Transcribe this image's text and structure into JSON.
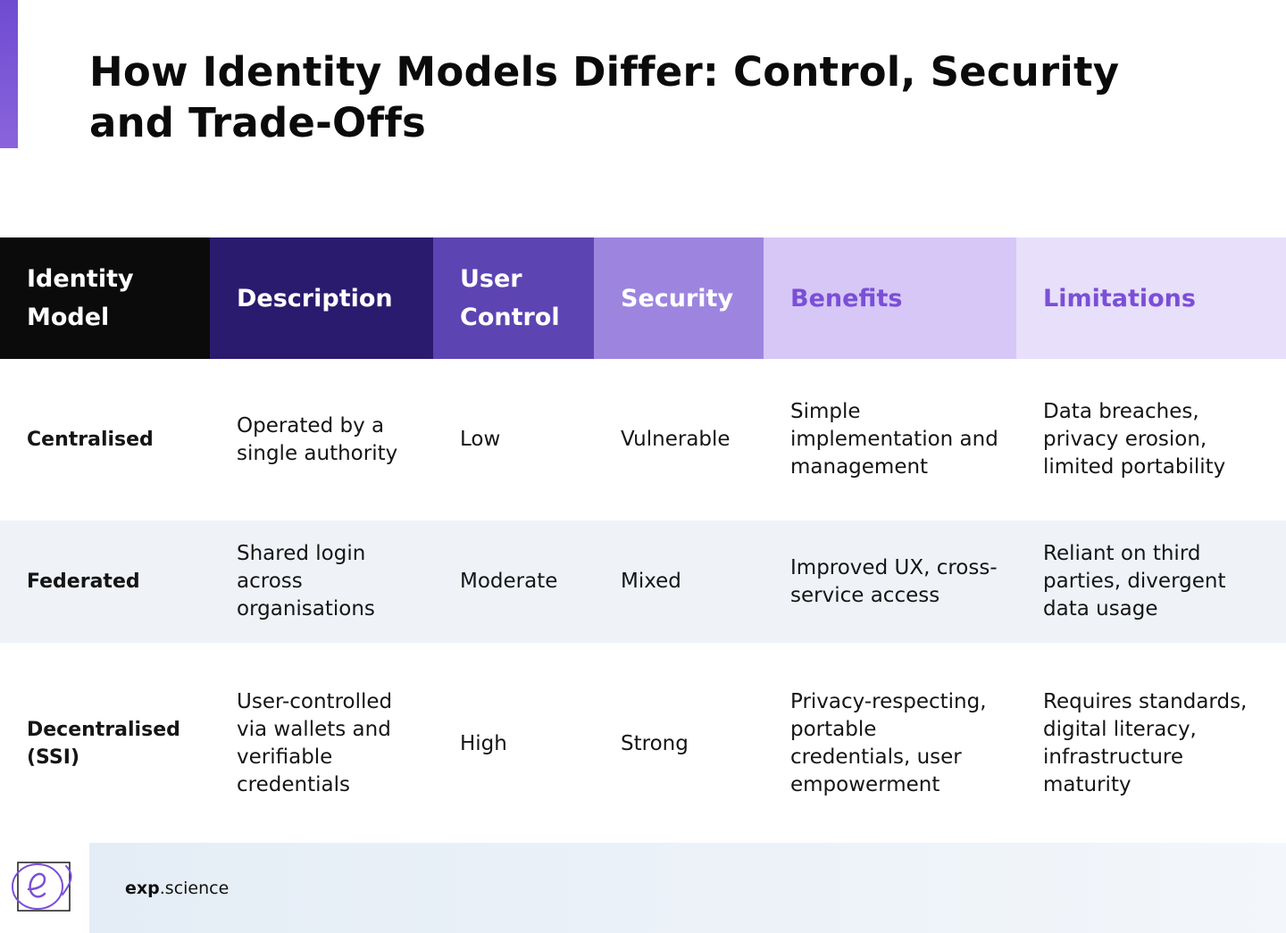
{
  "page": {
    "title": "How Identity Models Differ: Control, Security and Trade-Offs"
  },
  "table": {
    "headers": [
      {
        "label": "Identity Model",
        "bg": "#0b0b0b",
        "color": "#ffffff"
      },
      {
        "label": "Description",
        "bg": "#2b1b6e",
        "color": "#ffffff"
      },
      {
        "label": "User Control",
        "bg": "#5d44b3",
        "color": "#ffffff"
      },
      {
        "label": "Security",
        "bg": "#9d85df",
        "color": "#ffffff"
      },
      {
        "label": "Benefits",
        "bg": "#d6c7f7",
        "color": "#7a4fd6"
      },
      {
        "label": "Limitations",
        "bg": "#e8dffb",
        "color": "#7a4fd6"
      }
    ],
    "rows": [
      {
        "model": "Centralised",
        "description": "Operated by a single authority",
        "user_control": "Low",
        "security": "Vulnerable",
        "benefits": "Simple implementation and management",
        "limitations": "Data breaches, privacy erosion, limited portability"
      },
      {
        "model": "Federated",
        "description": "Shared login across organisations",
        "user_control": "Moderate",
        "security": "Mixed",
        "benefits": "Improved UX, cross-service access",
        "limitations": "Reliant on third parties,  divergent data usage"
      },
      {
        "model": "Decentralised (SSI)",
        "description": "User-controlled via wallets and verifiable credentials",
        "user_control": "High",
        "security": "Strong",
        "benefits": "Privacy-respecting, portable credentials, user empowerment",
        "limitations": "Requires standards, digital literacy, infrastructure maturity"
      }
    ]
  },
  "footer": {
    "brand_bold": "exp",
    "brand_rest": ".science",
    "logo_icon": "exp-science-logo-icon",
    "accent_color": "#7a4fd6"
  }
}
